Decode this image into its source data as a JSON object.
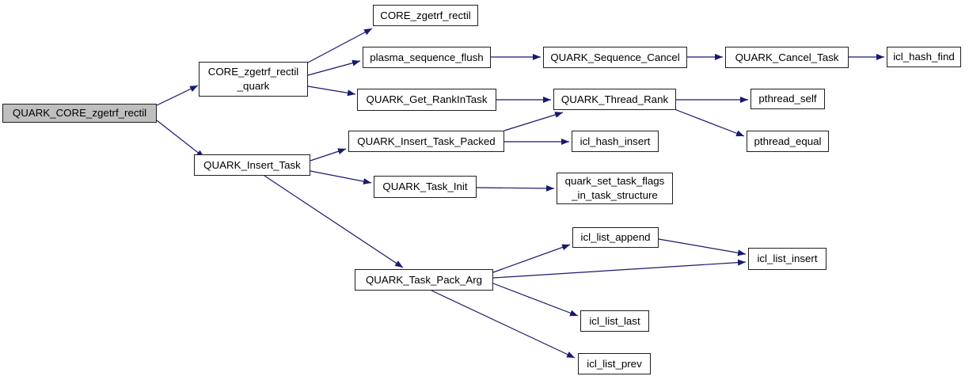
{
  "colors": {
    "edge": "#191970",
    "root_fill": "#bfbfbf",
    "node_fill": "#ffffff",
    "node_border": "#1f1f1f",
    "text": "#000000"
  },
  "nodes": {
    "root": {
      "label": "QUARK_CORE_zgetrf_rectil"
    },
    "quark2": {
      "label": "CORE_zgetrf_rectil\n_quark"
    },
    "core": {
      "label": "CORE_zgetrf_rectil"
    },
    "plasma": {
      "label": "plasma_sequence_flush"
    },
    "seqcancel": {
      "label": "QUARK_Sequence_Cancel"
    },
    "canceltask": {
      "label": "QUARK_Cancel_Task"
    },
    "hashfind": {
      "label": "icl_hash_find"
    },
    "getrank": {
      "label": "QUARK_Get_RankInTask"
    },
    "threadrank": {
      "label": "QUARK_Thread_Rank"
    },
    "pself": {
      "label": "pthread_self"
    },
    "pequal": {
      "label": "pthread_equal"
    },
    "inserttask": {
      "label": "QUARK_Insert_Task"
    },
    "packed": {
      "label": "QUARK_Insert_Task_Packed"
    },
    "hashinsert": {
      "label": "icl_hash_insert"
    },
    "taskinit": {
      "label": "QUARK_Task_Init"
    },
    "setflags": {
      "label": "quark_set_task_flags\n_in_task_structure"
    },
    "packarg": {
      "label": "QUARK_Task_Pack_Arg"
    },
    "listappend": {
      "label": "icl_list_append"
    },
    "listinsert": {
      "label": "icl_list_insert"
    },
    "listlast": {
      "label": "icl_list_last"
    },
    "listprev": {
      "label": "icl_list_prev"
    }
  },
  "edges": [
    {
      "from": "QUARK_CORE_zgetrf_rectil",
      "to": "CORE_zgetrf_rectil_quark"
    },
    {
      "from": "QUARK_CORE_zgetrf_rectil",
      "to": "QUARK_Insert_Task"
    },
    {
      "from": "CORE_zgetrf_rectil_quark",
      "to": "CORE_zgetrf_rectil"
    },
    {
      "from": "CORE_zgetrf_rectil_quark",
      "to": "plasma_sequence_flush"
    },
    {
      "from": "CORE_zgetrf_rectil_quark",
      "to": "QUARK_Get_RankInTask"
    },
    {
      "from": "plasma_sequence_flush",
      "to": "QUARK_Sequence_Cancel"
    },
    {
      "from": "QUARK_Sequence_Cancel",
      "to": "QUARK_Cancel_Task"
    },
    {
      "from": "QUARK_Cancel_Task",
      "to": "icl_hash_find"
    },
    {
      "from": "QUARK_Get_RankInTask",
      "to": "QUARK_Thread_Rank"
    },
    {
      "from": "QUARK_Thread_Rank",
      "to": "pthread_self"
    },
    {
      "from": "QUARK_Thread_Rank",
      "to": "pthread_equal"
    },
    {
      "from": "QUARK_Insert_Task",
      "to": "QUARK_Insert_Task_Packed"
    },
    {
      "from": "QUARK_Insert_Task",
      "to": "QUARK_Task_Init"
    },
    {
      "from": "QUARK_Insert_Task",
      "to": "QUARK_Task_Pack_Arg"
    },
    {
      "from": "QUARK_Insert_Task_Packed",
      "to": "QUARK_Thread_Rank"
    },
    {
      "from": "QUARK_Insert_Task_Packed",
      "to": "icl_hash_insert"
    },
    {
      "from": "QUARK_Task_Init",
      "to": "quark_set_task_flags_in_task_structure"
    },
    {
      "from": "QUARK_Task_Pack_Arg",
      "to": "icl_list_append"
    },
    {
      "from": "QUARK_Task_Pack_Arg",
      "to": "icl_list_insert"
    },
    {
      "from": "QUARK_Task_Pack_Arg",
      "to": "icl_list_last"
    },
    {
      "from": "QUARK_Task_Pack_Arg",
      "to": "icl_list_prev"
    },
    {
      "from": "icl_list_append",
      "to": "icl_list_insert"
    }
  ]
}
